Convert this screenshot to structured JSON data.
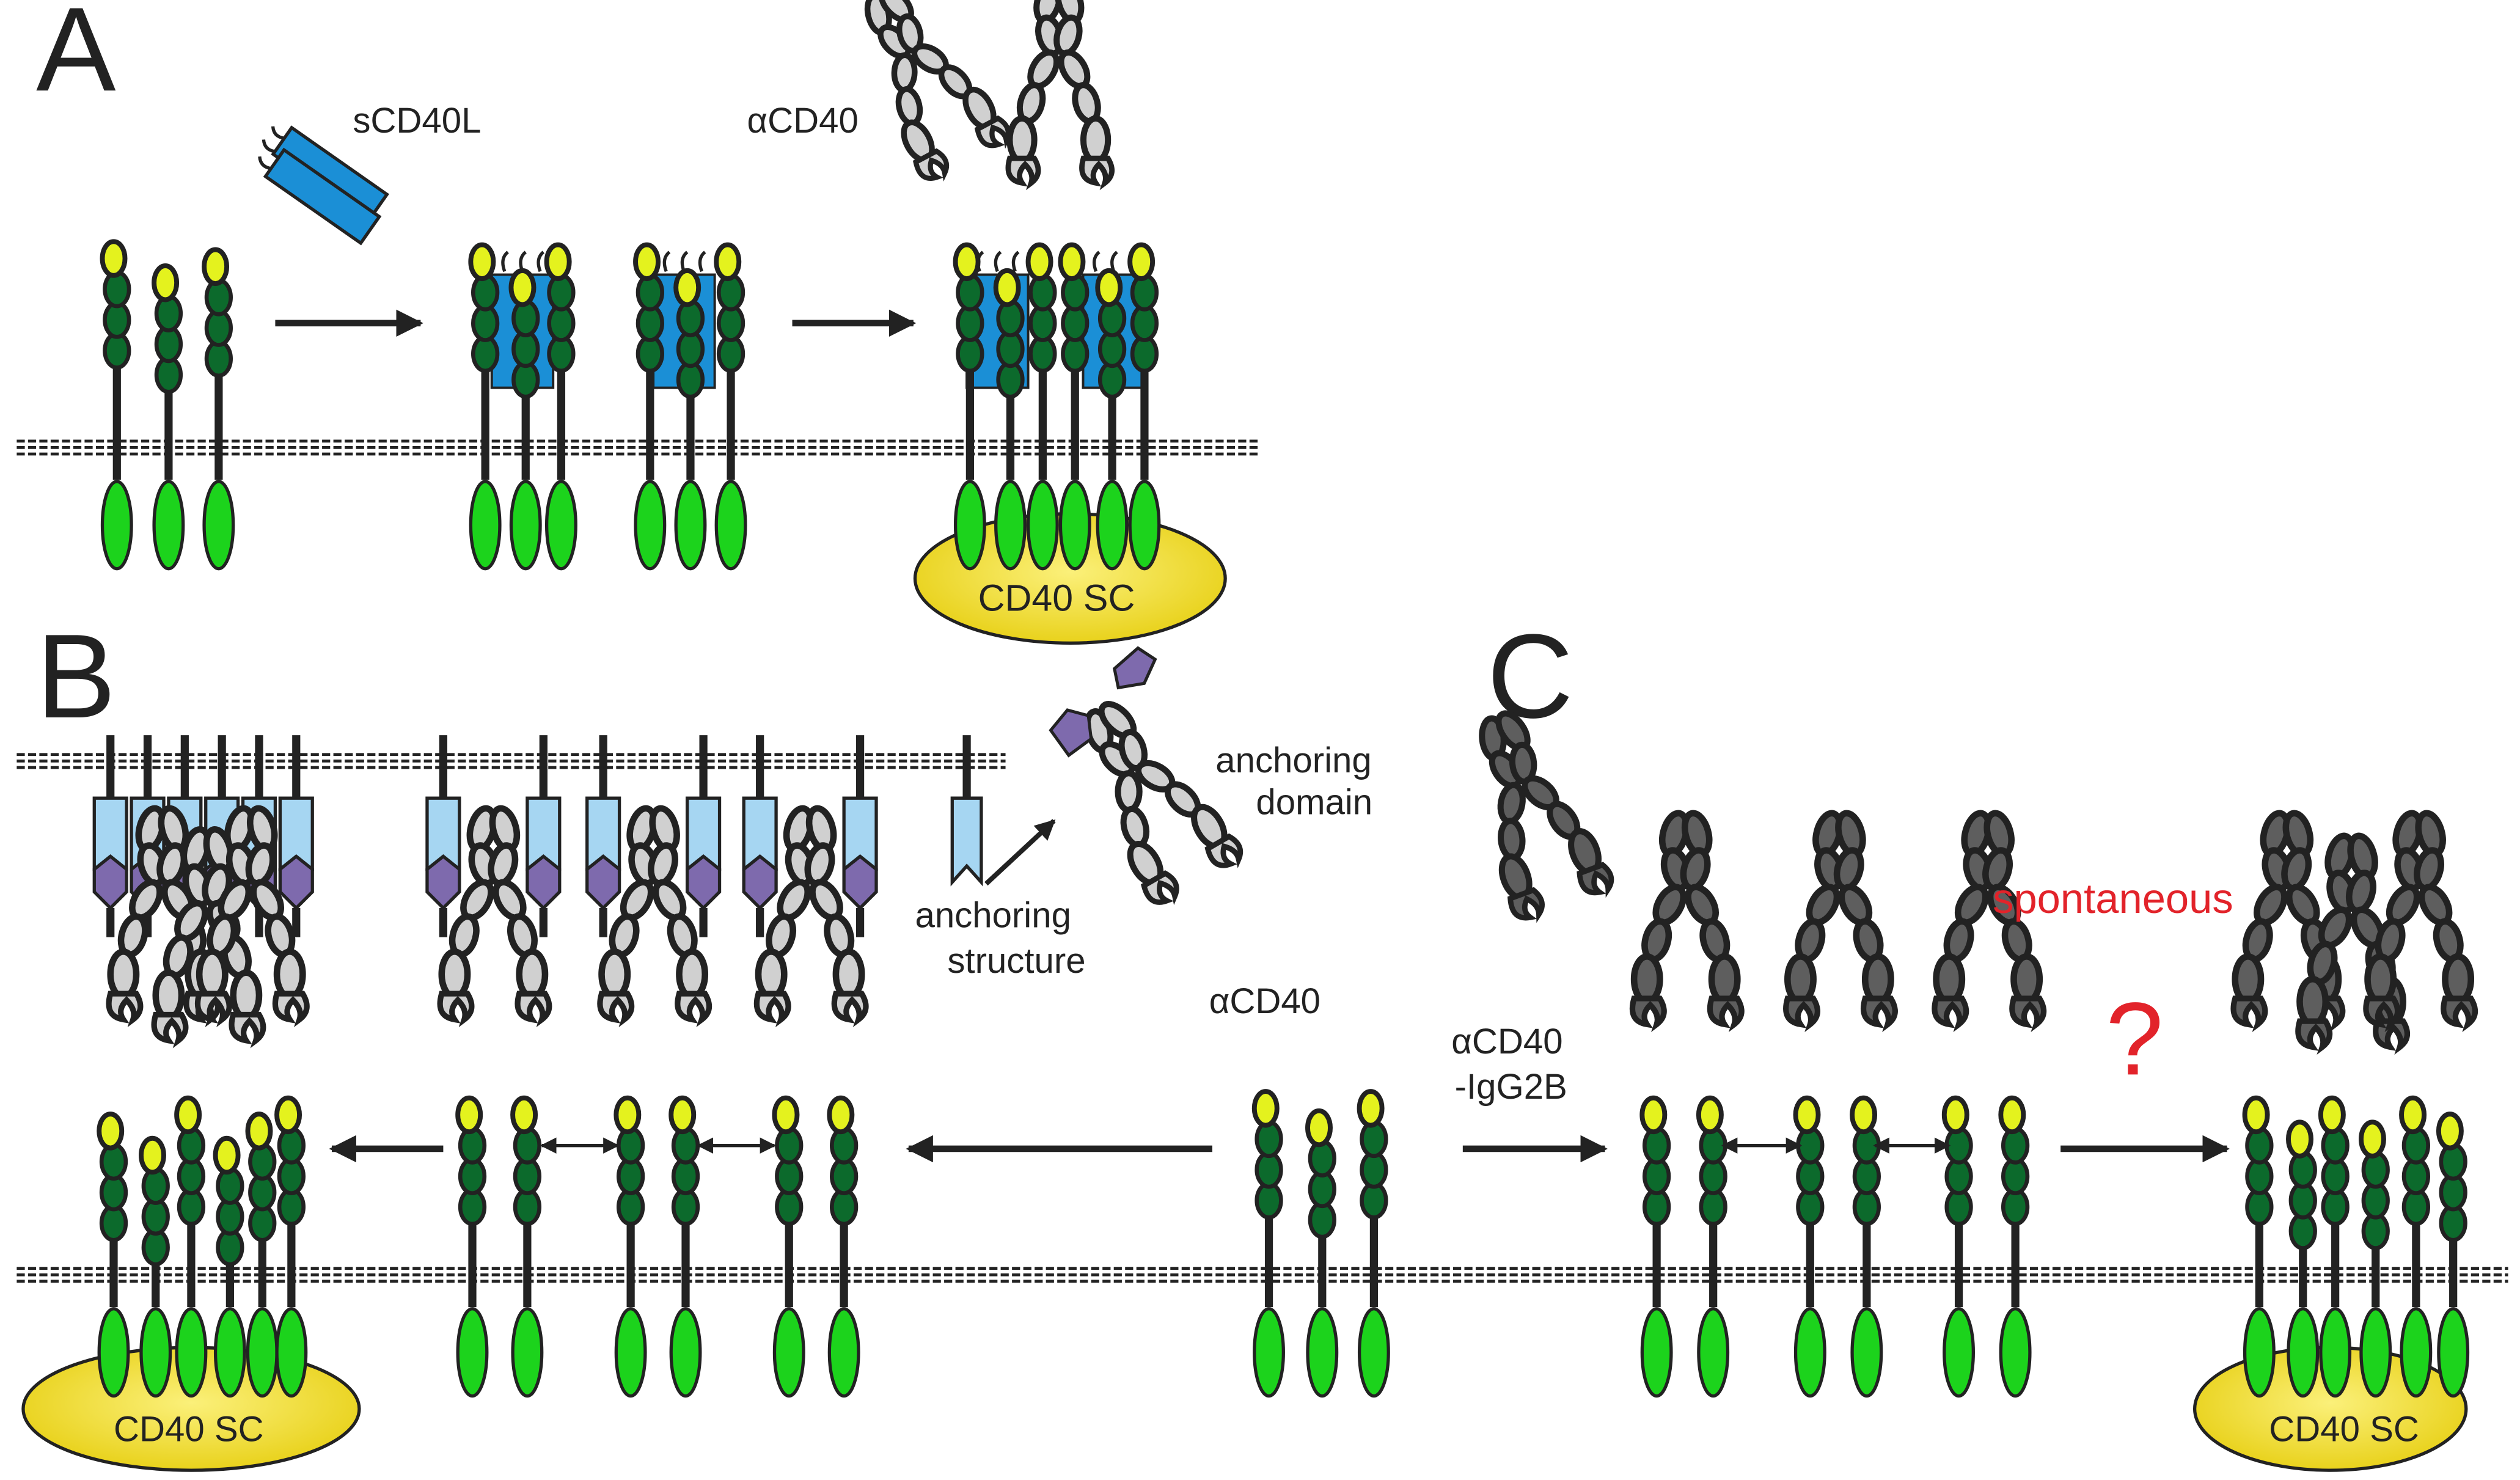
{
  "panels": {
    "a": "A",
    "b": "B",
    "c": "C"
  },
  "labels": {
    "scd40l": "sCD40L",
    "acd40_a": "αCD40",
    "cd40sc_a": "CD40 SC",
    "anchoring_domain_1": "anchoring",
    "anchoring_domain_2": "domain",
    "anchoring_structure_1": "anchoring",
    "anchoring_structure_2": "structure",
    "acd40_b": "αCD40",
    "cd40sc_b": "CD40 SC",
    "acd40_c_1": "αCD40",
    "acd40_c_2": "-IgG2B",
    "spontaneous": "spontaneous",
    "question": "?",
    "cd40sc_c": "CD40 SC"
  },
  "colors": {
    "receptor_green": "#1cd31c",
    "dark_green": "#0c6a2c",
    "ligand_tip": "#e4f21e",
    "ligand_blue": "#1b8fd6",
    "antibody_gray": "#d0d0d0",
    "antibody_dark": "#5e5e5e",
    "anchor_purple": "#7e6aad",
    "anchor_blue": "#a6d6f2",
    "signaling_yellow": "#f1dc2c",
    "label_red": "#e2232a"
  }
}
